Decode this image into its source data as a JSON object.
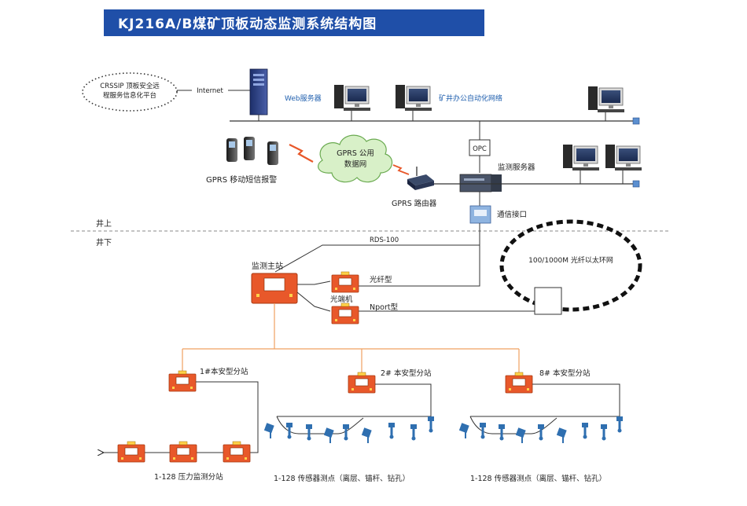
{
  "title": "KJ216A/B煤矿顶板动态监测系统结构图",
  "colors": {
    "title_bg": "#1f4fa8",
    "title_text": "#ffffff",
    "station": "#e8582a",
    "network_line": "#333333",
    "underground_link": "#f0a060",
    "label_blue": "#1f5fae",
    "cloud": "#d8f0c8",
    "cloud_stroke": "#6aaa50",
    "sensor": "#2f6fb0"
  },
  "cloud_platform": {
    "line1": "CRSSIP 顶板安全远",
    "line2": "程服务信息化平台"
  },
  "internet_label": "Internet",
  "web_server_label": "Web服务器",
  "office_network_label": "矿井办公自动化网络",
  "opc_label": "OPC",
  "monitor_server_label": "监测服务器",
  "gprs_network": {
    "line1": "GPRS 公用",
    "line2": "数据网"
  },
  "gprs_sms_label": "GPRS 移动短信报警",
  "gprs_router_label": "GPRS 路由器",
  "comm_interface_label": "通信接口",
  "above_ground": "井上",
  "below_ground": "井下",
  "rds_label": "RDS-100",
  "ring_label": "100/1000M 光纤以太环网",
  "main_station_label": "监测主站",
  "fiber_label": "光纤型",
  "transceiver_label": "光端机",
  "nport_label": "Nport型",
  "substations": [
    "1#本安型分站",
    "2# 本安型分站",
    "8# 本安型分站"
  ],
  "pressure_group_label": "1-128 压力监测分站",
  "sensor_group_1_label": "1-128 传感器测点（离层、锚杆、钻孔）",
  "sensor_group_2_label": "1-128 传感器测点（离层、锚杆、钻孔）"
}
